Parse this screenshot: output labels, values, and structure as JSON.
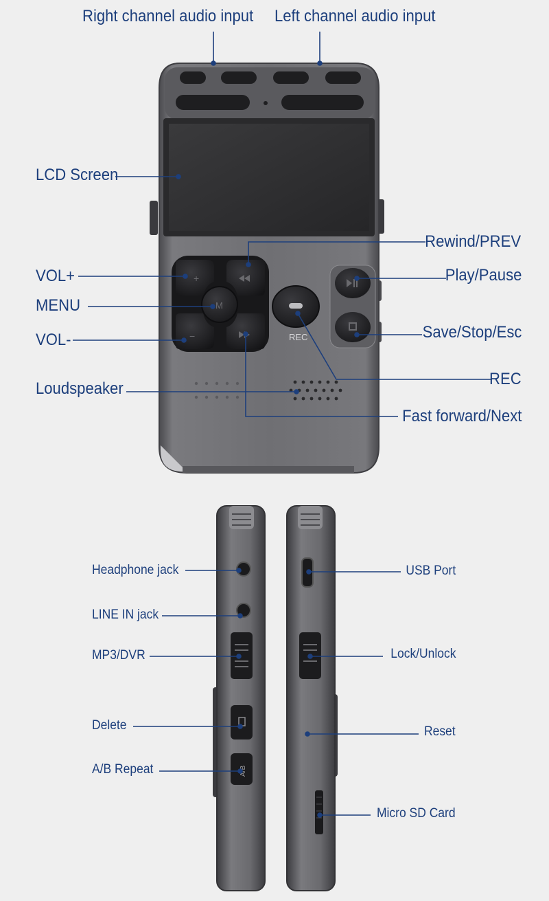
{
  "front_labels": {
    "right_channel": "Right channel audio input",
    "left_channel": "Left channel audio input",
    "lcd_screen": "LCD Screen",
    "rewind": "Rewind/PREV",
    "vol_plus": "VOL+",
    "play_pause": "Play/Pause",
    "menu": "MENU",
    "vol_minus": "VOL-",
    "save_stop": "Save/Stop/Esc",
    "rec": "REC",
    "loudspeaker": "Loudspeaker",
    "fast_forward": "Fast forward/Next"
  },
  "device_marks": {
    "rec_button_text": "REC",
    "menu_key": "M",
    "plus_key": "+",
    "minus_key": "−",
    "ab_key": "A/B"
  },
  "side_labels": {
    "headphone": "Headphone jack",
    "line_in": "LINE IN jack",
    "mp3_dvr": "MP3/DVR",
    "delete": "Delete",
    "ab_repeat": "A/B Repeat",
    "usb_port": "USB Port",
    "lock_unlock": "Lock/Unlock",
    "reset": "Reset",
    "micro_sd": "Micro SD Card"
  },
  "colors": {
    "label": "#1d3f7c",
    "leader_line": "#1d3f7c",
    "body_metal": "#6e6e72",
    "button": "#222226",
    "background": "#efefef"
  }
}
